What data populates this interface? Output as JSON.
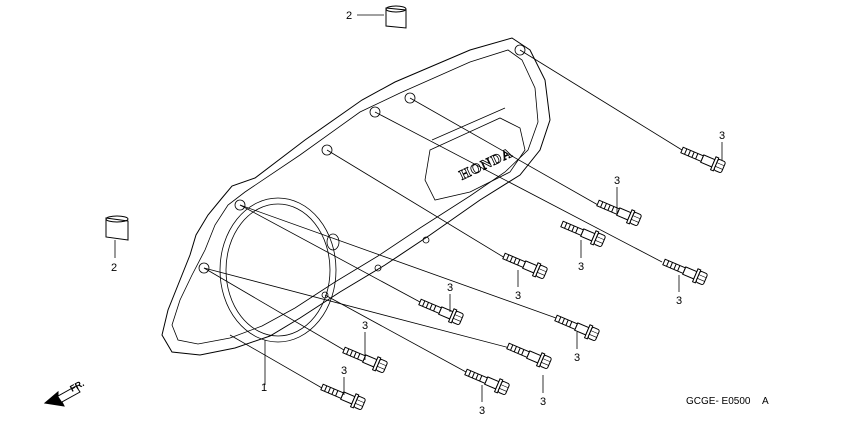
{
  "brand_text": "HONDA",
  "diagram_code": "GCGE- E0500",
  "revision": "A",
  "direction_label": "FR.",
  "callouts": {
    "cover": "1",
    "dowel": "2",
    "bolt": "3"
  }
}
